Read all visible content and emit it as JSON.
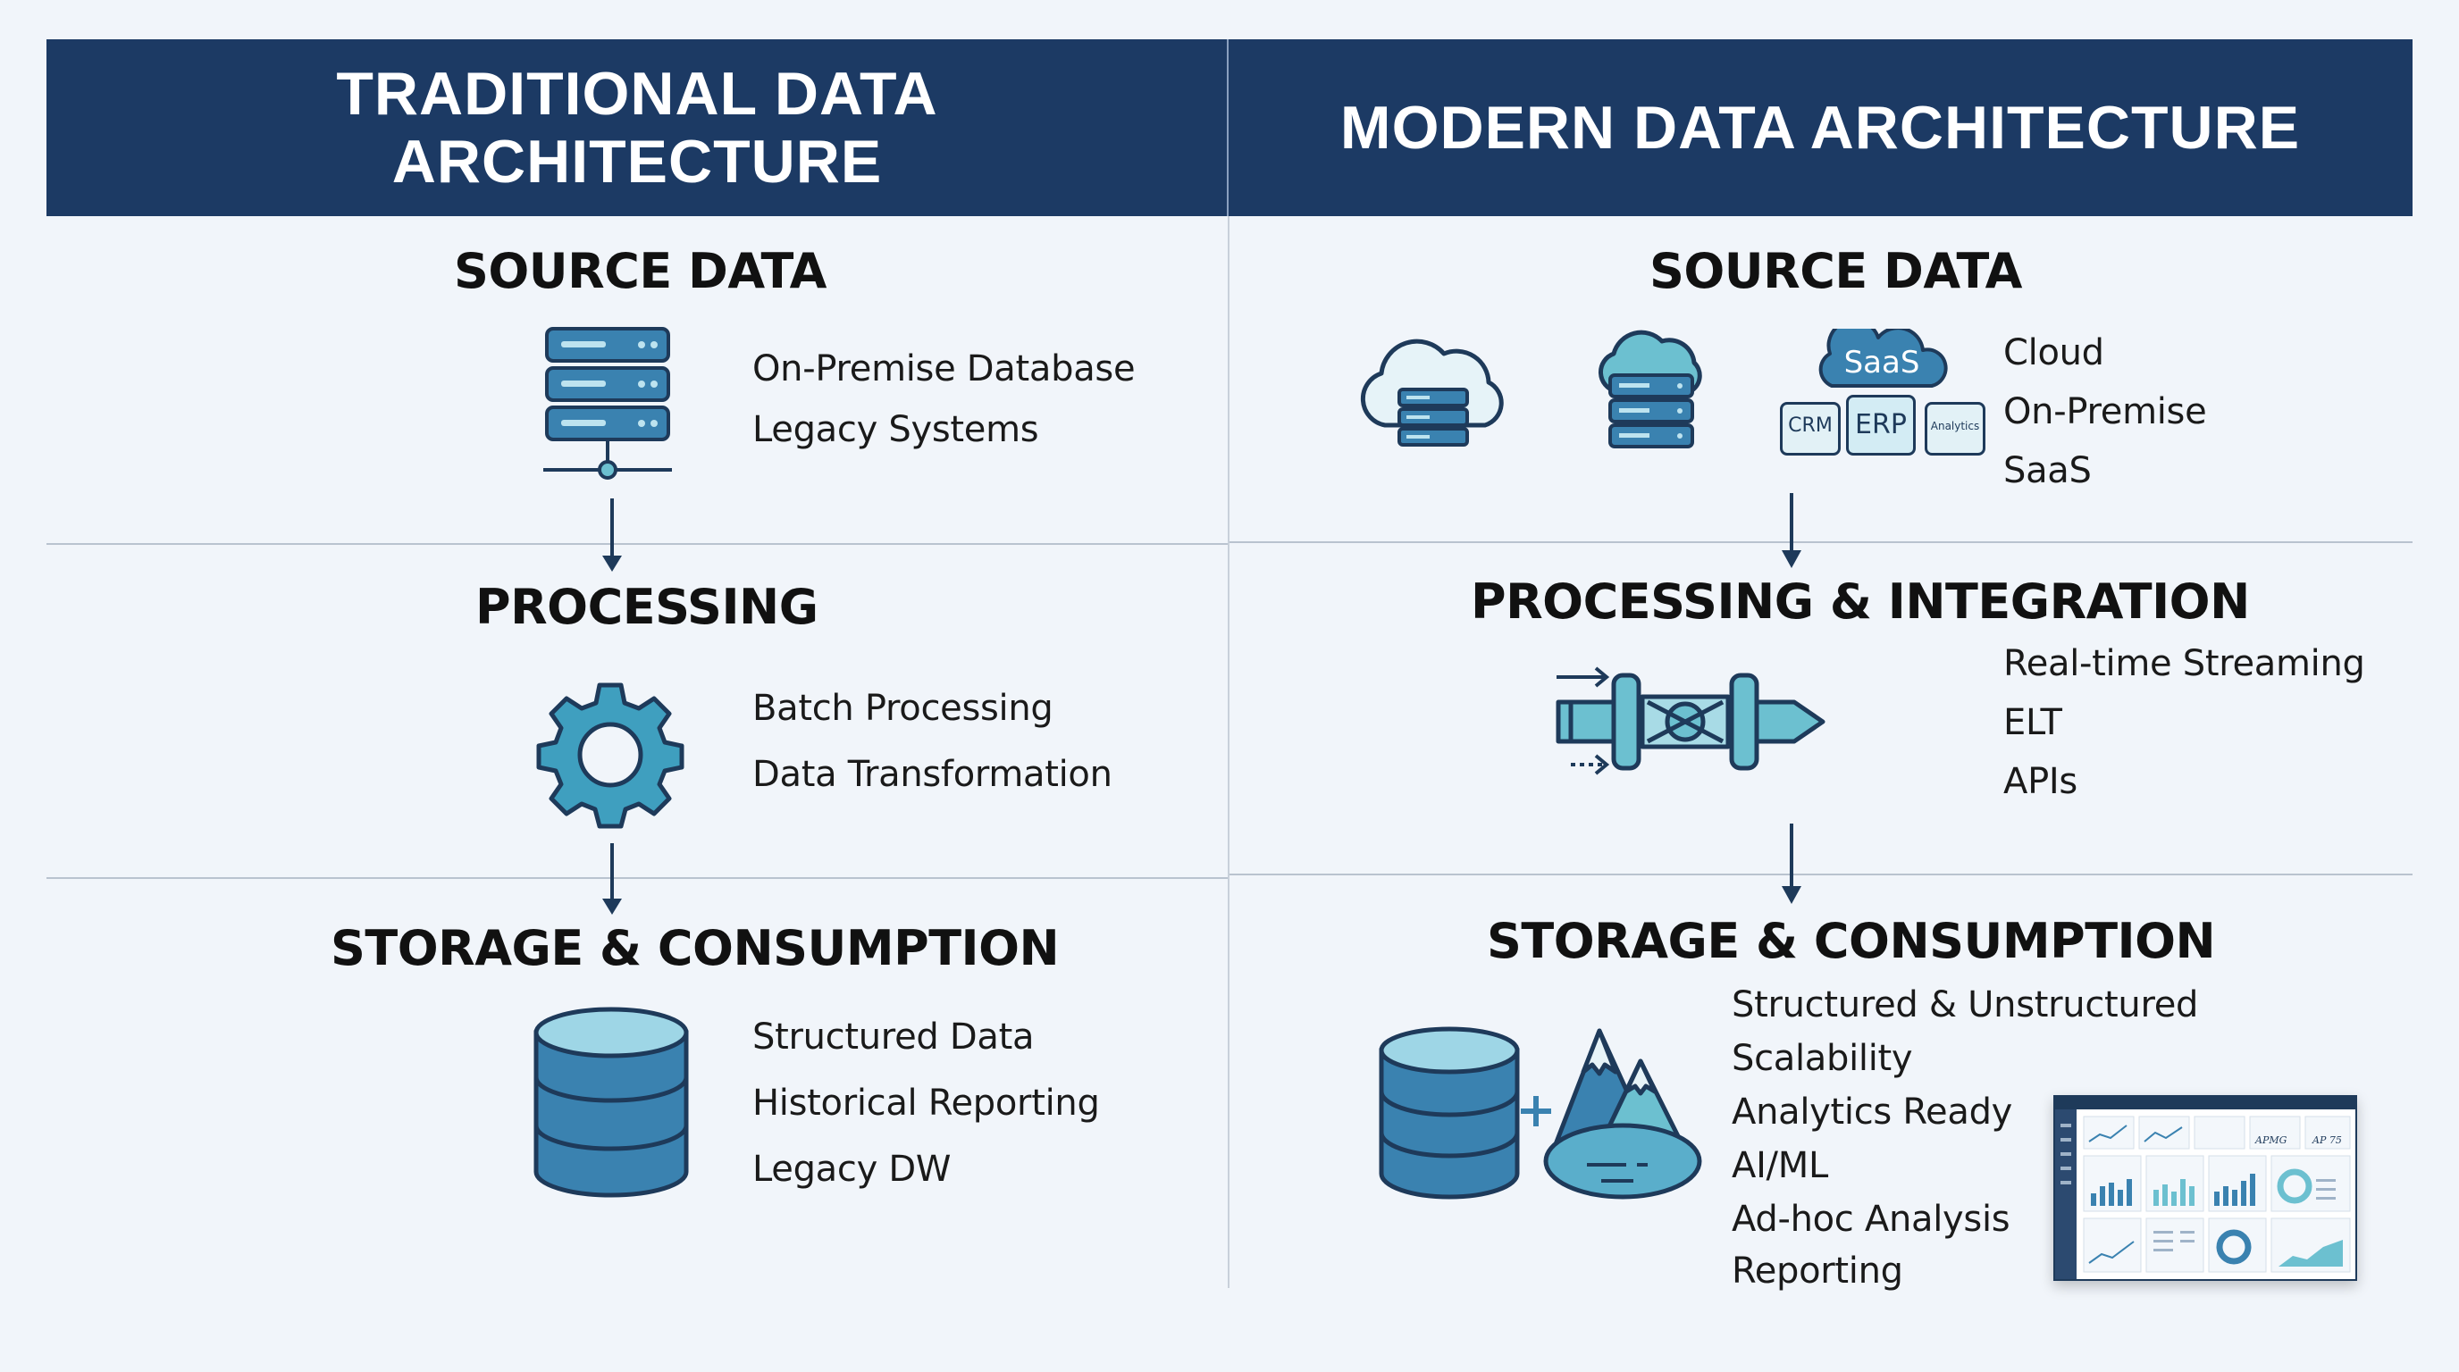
{
  "left": {
    "header": [
      "TRADITIONAL DATA",
      "ARCHITECTURE"
    ],
    "source": {
      "title": "SOURCE DATA",
      "items": [
        "On-Premise Database",
        "Legacy Systems"
      ]
    },
    "processing": {
      "title": "PROCESSING",
      "items": [
        "Batch Processing",
        "Data Transformation"
      ]
    },
    "storage": {
      "title": "STORAGE & CONSUMPTION",
      "items": [
        "Structured Data",
        "Historical Reporting",
        "Legacy DW"
      ]
    }
  },
  "right": {
    "header": "MODERN DATA ARCHITECTURE",
    "source": {
      "title": "SOURCE DATA",
      "items": [
        "Cloud",
        "On-Premise",
        "SaaS"
      ],
      "icon_labels": {
        "saas": "SaaS",
        "crm": "CRM",
        "erp": "ERP",
        "analytics": "Analytics"
      }
    },
    "processing": {
      "title": "PROCESSING & INTEGRATION",
      "items": [
        "Real-time Streaming",
        "ELT",
        "APIs"
      ]
    },
    "storage": {
      "title": "STORAGE & CONSUMPTION",
      "items": [
        "Structured & Unstructured",
        "Scalability",
        "Analytics Ready",
        "AI/ML",
        "Ad-hoc Analysis",
        "Reporting"
      ],
      "dashboard_labels": [
        "APMG",
        "AP 75"
      ]
    }
  },
  "colors": {
    "header_bg": "#1c3a64",
    "icon_blue": "#3a82b0",
    "icon_teal": "#6cc0d0",
    "outline": "#1e3a5a"
  }
}
